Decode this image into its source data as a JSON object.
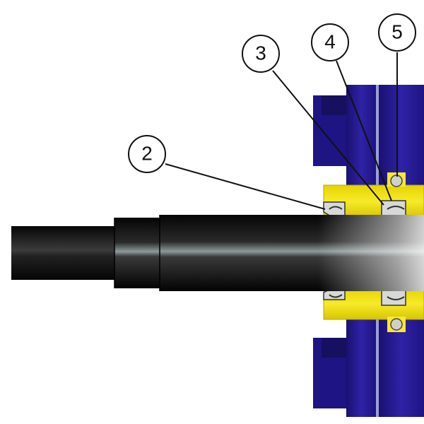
{
  "diagram": {
    "type": "mechanical-seal-cross-section",
    "colors": {
      "background": "#ffffff",
      "housing_blue": "#2e1f9e",
      "housing_blue_dark": "#1a1070",
      "gland_yellow": "#f2e21a",
      "gland_yellow_dark": "#c6b600",
      "seal_grey": "#cfcfcf",
      "seal_grey_dark": "#555555",
      "shaft_black": "#0b0b0b",
      "leader_line": "#111111"
    },
    "callouts": [
      {
        "id": "2",
        "label": "2"
      },
      {
        "id": "3",
        "label": "3"
      },
      {
        "id": "4",
        "label": "4"
      },
      {
        "id": "5",
        "label": "5"
      }
    ]
  }
}
